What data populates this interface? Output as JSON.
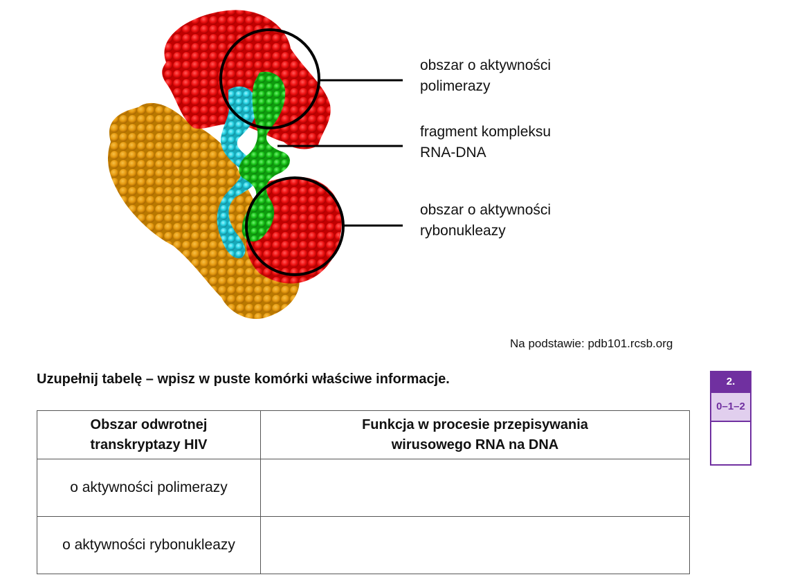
{
  "figure": {
    "callouts": [
      {
        "lines": [
          "obszar o aktywności",
          "polimerazy"
        ]
      },
      {
        "lines": [
          "fragment kompleksu",
          "RNA-DNA"
        ]
      },
      {
        "lines": [
          "obszar o aktywności",
          "rybonukleazy"
        ]
      }
    ],
    "source": "Na podstawie: pdb101.rcsb.org",
    "colors": {
      "red": "#ee1111",
      "orange": "#e69a10",
      "green": "#18c418",
      "cyan": "#25d2e2"
    }
  },
  "task": {
    "instruction": "Uzupełnij tabelę – wpisz w puste komórki właściwe informacje.",
    "table": {
      "headers": [
        [
          "Obszar odwrotnej",
          "transkryptazy HIV"
        ],
        [
          "Funkcja w procesie przepisywania",
          "wirusowego RNA na DNA"
        ]
      ],
      "rows": [
        {
          "region": "o aktywności polimerazy",
          "function": ""
        },
        {
          "region": "o aktywności rybonukleazy",
          "function": ""
        }
      ]
    }
  },
  "score": {
    "number": "2.",
    "scale": "0–1–2",
    "accent": "#7030a0"
  }
}
